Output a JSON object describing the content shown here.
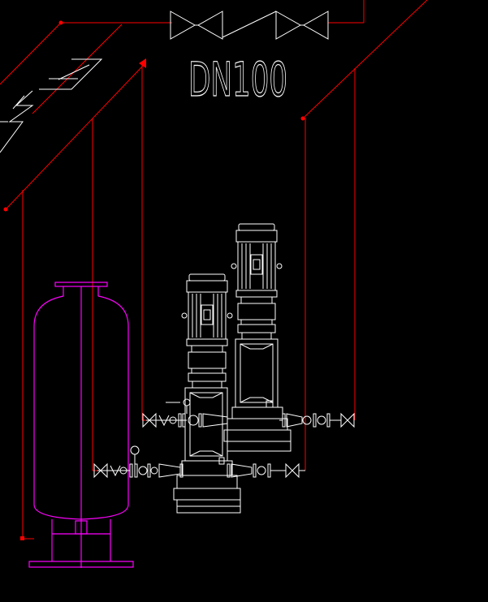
{
  "drawing": {
    "pipe_size_label": "DN100",
    "colors": {
      "background": "#000000",
      "pipe": "#ff0000",
      "equipment": "#ffffff",
      "tank": "#ff00ff"
    },
    "components": {
      "valves": "gate-valve-icons",
      "pumps": "vertical-multistage-pump-icons",
      "tank": "pressure-tank-icon"
    }
  }
}
